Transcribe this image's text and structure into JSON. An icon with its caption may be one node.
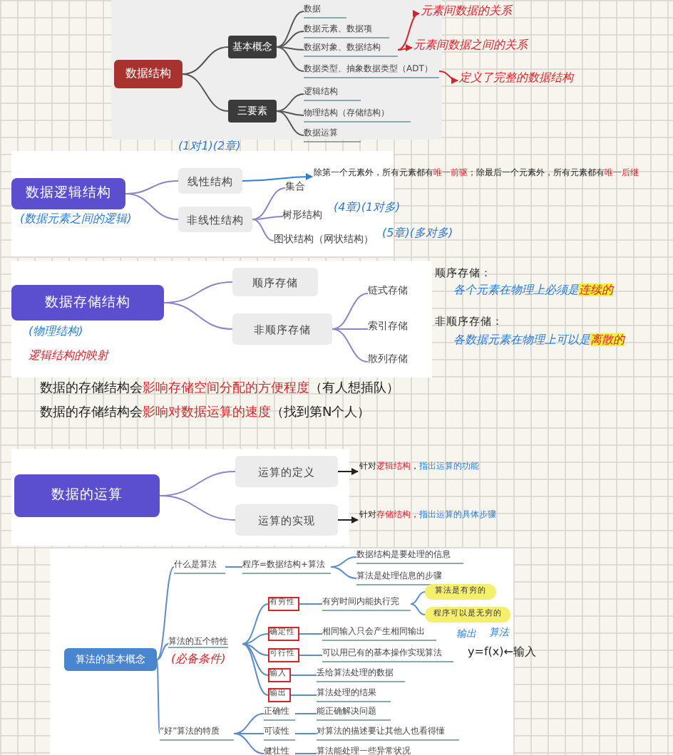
{
  "diagram": {
    "nodes": [
      {
        "text": [
          "数据结构"
        ]
      },
      {
        "text": [
          "基本概念"
        ]
      },
      {
        "text": [
          "数据"
        ]
      },
      {
        "text": [
          "数据元素、数据项"
        ]
      },
      {
        "text": [
          "数据对象、数据结构"
        ]
      },
      {
        "text": [
          "数据类型、抽象数据类型（ADT）"
        ]
      },
      {
        "text": [
          "三要素"
        ]
      },
      {
        "text": [
          "逻辑结构"
        ]
      },
      {
        "text": [
          "物理结构（存储结构）"
        ]
      },
      {
        "text": [
          "数据运算"
        ]
      },
      {
        "text": [
          "元素间数据的关系"
        ]
      },
      {
        "text": [
          "元素间数据之间的关系"
        ]
      },
      {
        "text": [
          "定义了完整的数据结构"
        ]
      },
      {
        "text": [
          "数据逻辑结构"
        ]
      },
      {
        "text": [
          "线性结构"
        ]
      },
      {
        "text": [
          "非线性结构"
        ]
      },
      {
        "text": [
          "集合"
        ]
      },
      {
        "text": [
          "树形结构"
        ]
      },
      {
        "text": [
          "图状结构（网状结构）"
        ]
      },
      {
        "text": [
          "除第一个元素外，所有元素都有**唯一前驱**；除最后一个元素外，所有元素都有**唯一后继**"
        ]
      },
      {
        "text": [
          "数据存储结构"
        ]
      },
      {
        "text": [
          "顺序存储"
        ]
      },
      {
        "text": [
          "非顺序存储"
        ]
      },
      {
        "text": [
          "链式存储"
        ]
      },
      {
        "text": [
          "索引存储"
        ]
      },
      {
        "text": [
          "散列存储"
        ]
      },
      {
        "text": [
          "数据的运算"
        ]
      },
      {
        "text": [
          "运算的定义"
        ]
      },
      {
        "text": [
          "运算的实现"
        ]
      },
      {
        "text": [
          "针对**逻辑结构**，*指出运算的功能*"
        ]
      },
      {
        "text": [
          "针对**存储结构**，*指出运算的具体步骤*"
        ]
      },
      {
        "text": [
          "算法的基本概念"
        ]
      },
      {
        "text": [
          "什么是算法"
        ]
      },
      {
        "text": [
          "程序=数据结构+算法"
        ]
      },
      {
        "text": [
          "数据结构是要处理的信息"
        ]
      },
      {
        "text": [
          "算法是处理信息的步骤"
        ]
      },
      {
        "text": [
          "算法的五个特性"
        ],
        "beside": [
          "(必备条件)"
        ]
      },
      {
        "text": [
          "有穷性"
        ]
      },
      {
        "text": [
          "有穷时间内能执行完"
        ]
      },
      {
        "text": [
          "算法是有穷的"
        ]
      },
      {
        "text": [
          "程序可以是无穷的"
        ]
      },
      {
        "text": [
          "确定性"
        ]
      },
      {
        "text": [
          "相同输入只会产生相同输出"
        ]
      },
      {
        "text": [
          "可行性"
        ]
      },
      {
        "text": [
          "可以用已有的基本操作实现算法"
        ]
      },
      {
        "text": [
          "输入"
        ]
      },
      {
        "text": [
          "丢给算法处理的数据"
        ]
      },
      {
        "text": [
          "输出"
        ]
      },
      {
        "text": [
          "算法处理的结果"
        ]
      },
      {
        "text": [
          "“好”算法的特质"
        ]
      },
      {
        "text": [
          "正确性"
        ]
      },
      {
        "text": [
          "能正确解决问题"
        ]
      },
      {
        "text": [
          "可读性"
        ]
      },
      {
        "text": [
          "对算法的描述要让其他人也看得懂"
        ]
      },
      {
        "text": [
          "健壮性"
        ]
      },
      {
        "text": [
          "算法能处理一些异常状况"
        ]
      }
    ],
    "edges": [
      {
        "from": 0,
        "to": 1,
        "arrow": "none",
        "color": "#555555"
      },
      {
        "from": 0,
        "to": 6,
        "arrow": "none",
        "color": "#555555"
      },
      {
        "from": 1,
        "to": 2,
        "arrow": "none",
        "color": "#555555"
      },
      {
        "from": 1,
        "to": 3,
        "arrow": "none",
        "color": "#555555"
      },
      {
        "from": 1,
        "to": 4,
        "arrow": "none",
        "color": "#555555"
      },
      {
        "from": 1,
        "to": 5,
        "arrow": "none",
        "color": "#555555"
      },
      {
        "from": 6,
        "to": 7,
        "arrow": "none",
        "color": "#555555"
      },
      {
        "from": 6,
        "to": 8,
        "arrow": "none",
        "color": "#555555"
      },
      {
        "from": 6,
        "to": 9,
        "arrow": "none",
        "color": "#555555"
      },
      {
        "from": 4,
        "to": 10,
        "arrow": "to",
        "color": "#d8232a"
      },
      {
        "from": 4,
        "to": 11,
        "arrow": "to",
        "color": "#d8232a"
      },
      {
        "from": 5,
        "to": 12,
        "arrow": "to",
        "color": "#d8232a"
      },
      {
        "from": 13,
        "to": 14,
        "arrow": "none",
        "color": "#8a85c8"
      },
      {
        "from": 13,
        "to": 15,
        "arrow": "none",
        "color": "#8a85c8"
      },
      {
        "from": 15,
        "to": 16,
        "arrow": "none",
        "color": "#8a85c8"
      },
      {
        "from": 15,
        "to": 17,
        "arrow": "none",
        "color": "#8a85c8"
      },
      {
        "from": 15,
        "to": 18,
        "arrow": "none",
        "color": "#8a85c8"
      },
      {
        "from": 14,
        "to": 19,
        "arrow": "to",
        "color": "#2f7ed8"
      },
      {
        "from": 20,
        "to": 21,
        "arrow": "none",
        "color": "#8a85c8"
      },
      {
        "from": 20,
        "to": 22,
        "arrow": "none",
        "color": "#8a85c8"
      },
      {
        "from": 22,
        "to": 23,
        "arrow": "none",
        "color": "#8a85c8"
      },
      {
        "from": 22,
        "to": 24,
        "arrow": "none",
        "color": "#8a85c8"
      },
      {
        "from": 22,
        "to": 25,
        "arrow": "none",
        "color": "#8a85c8"
      },
      {
        "from": 26,
        "to": 27,
        "arrow": "none",
        "color": "#8a85c8"
      },
      {
        "from": 26,
        "to": 28,
        "arrow": "none",
        "color": "#8a85c8"
      },
      {
        "from": 27,
        "to": 29,
        "arrow": "to",
        "color": "#222222"
      },
      {
        "from": 28,
        "to": 30,
        "arrow": "to",
        "color": "#222222"
      },
      {
        "from": 31,
        "to": 32,
        "arrow": "none"
      },
      {
        "from": 31,
        "to": 36,
        "arrow": "none"
      },
      {
        "from": 31,
        "to": 49,
        "arrow": "none"
      },
      {
        "from": 32,
        "to": 33,
        "arrow": "none"
      },
      {
        "from": 33,
        "to": 34,
        "arrow": "none"
      },
      {
        "from": 33,
        "to": 35,
        "arrow": "none"
      },
      {
        "from": 36,
        "to": 37,
        "arrow": "none"
      },
      {
        "from": 36,
        "to": 41,
        "arrow": "none"
      },
      {
        "from": 36,
        "to": 43,
        "arrow": "none"
      },
      {
        "from": 36,
        "to": 45,
        "arrow": "none"
      },
      {
        "from": 36,
        "to": 47,
        "arrow": "none"
      },
      {
        "from": 37,
        "to": 38,
        "arrow": "none"
      },
      {
        "from": 38,
        "to": 39,
        "arrow": "none"
      },
      {
        "from": 38,
        "to": 40,
        "arrow": "none"
      },
      {
        "from": 41,
        "to": 42,
        "arrow": "none"
      },
      {
        "from": 43,
        "to": 44,
        "arrow": "none"
      },
      {
        "from": 45,
        "to": 46,
        "arrow": "none"
      },
      {
        "from": 47,
        "to": 48,
        "arrow": "none"
      },
      {
        "from": 49,
        "to": 50,
        "arrow": "none"
      },
      {
        "from": 49,
        "to": 52,
        "arrow": "none"
      },
      {
        "from": 49,
        "to": 54,
        "arrow": "none"
      },
      {
        "from": 50,
        "to": 51,
        "arrow": "none"
      },
      {
        "from": 52,
        "to": 53,
        "arrow": "none"
      },
      {
        "from": 54,
        "to": 55,
        "arrow": "none"
      }
    ],
    "labels": [
      "(1对1)(2章)",
      "(4章)(1对多)",
      "(数据元素之间的逻辑)",
      "(5章)(多对多)",
      "顺序存储：",
      "各个元素在物理上必须是**连续的**",
      "(物理结构)",
      "非顺序存储：",
      "逻辑结构的映射",
      "各数据元素在物理上可以是**离散的**",
      "数据的存储结构会**影响存储空间分配的方便程度**（有人想插队）",
      "数据的存储结构会**影响对数据运算的速度**（找到第N个人）",
      "输出",
      "算法",
      "y=f(x)←输入"
    ]
  }
}
